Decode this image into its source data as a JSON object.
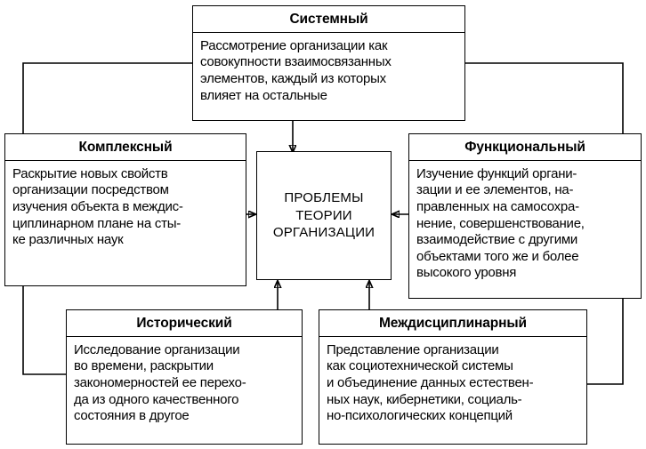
{
  "diagram": {
    "type": "concept-map",
    "title": "ПРОБЛЕМЫ ТЕОРИИ ОРГАНИЗАЦИИ",
    "center": {
      "label": "ПРОБЛЕМЫ\nТЕОРИИ\nОРГАНИЗАЦИИ"
    },
    "nodes": [
      {
        "id": "systemic",
        "title": "Системный",
        "body": "Рассмотрение организации как\nсовокупности взаимосвязанных\nэлементов, каждый из которых\nвлияет на остальные",
        "position": "top"
      },
      {
        "id": "complex",
        "title": "Комплексный",
        "body": "Раскрытие новых свойств\nорганизации посредством\nизучения объекта в междис-\nциплинарном плане на сты-\nке различных наук",
        "position": "left"
      },
      {
        "id": "functional",
        "title": "Функциональный",
        "body": "Изучение функций органи-\nзации и ее элементов, на-\nправленных на самосохра-\nнение, совершенствование,\nвзаимодействие с другими\nобъектами того же и более\nвысокого уровня",
        "position": "right"
      },
      {
        "id": "historical",
        "title": "Исторический",
        "body": "Исследование организации\nво времени, раскрытии\nзакономерностей ее перехо-\nда из одного качественного\nсостояния в другое",
        "position": "bottom-left"
      },
      {
        "id": "interdisciplinary",
        "title": "Междисциплинарный",
        "body": "Представление организации\nкак социотехнической системы\nи объединение данных естествен-\nных наук, кибернетики, социаль-\nно-психологических концепций",
        "position": "bottom-right"
      }
    ],
    "edges": [
      {
        "from": "systemic",
        "to": "center",
        "arrow": "down"
      },
      {
        "from": "complex",
        "to": "center",
        "arrow": "right"
      },
      {
        "from": "functional",
        "to": "center",
        "arrow": "left"
      },
      {
        "from": "historical",
        "to": "center",
        "arrow": "up"
      },
      {
        "from": "interdisciplinary",
        "to": "center",
        "arrow": "up"
      },
      {
        "from": "systemic",
        "to": "complex",
        "arrow": "none"
      },
      {
        "from": "systemic",
        "to": "functional",
        "arrow": "none"
      },
      {
        "from": "complex",
        "to": "historical",
        "arrow": "none"
      },
      {
        "from": "functional",
        "to": "interdisciplinary",
        "arrow": "none"
      }
    ],
    "colors": {
      "stroke": "#000000",
      "background": "#ffffff",
      "text": "#000000"
    }
  }
}
